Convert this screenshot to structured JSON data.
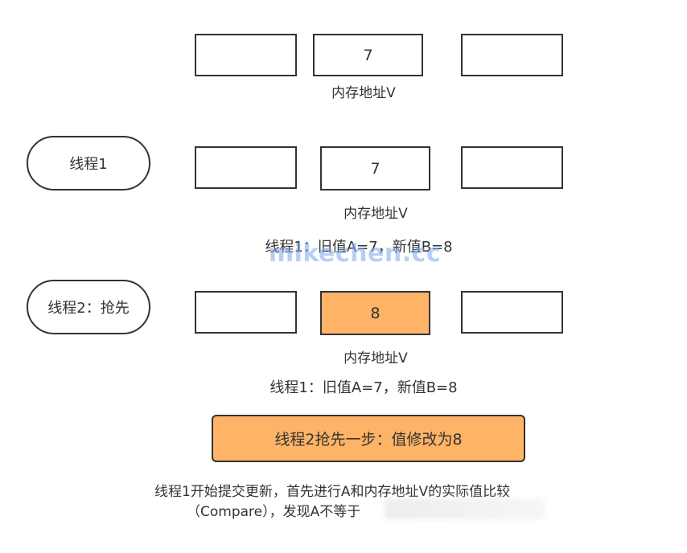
{
  "rows": [
    {
      "thread_label": "",
      "cells": [
        "",
        "7",
        ""
      ],
      "address_label": "内存地址V",
      "note": ""
    },
    {
      "thread_label": "线程1",
      "cells": [
        "",
        "7",
        ""
      ],
      "address_label": "内存地址V",
      "note": "线程1：旧值A=7，新值B=8"
    },
    {
      "thread_label": "线程2：抢先",
      "cells": [
        "",
        "8",
        ""
      ],
      "address_label": "内存地址V",
      "note": "线程1：旧值A=7，新值B=8"
    }
  ],
  "banner": "线程2抢先一步：值修改为8",
  "watermark": "mikechen.cc",
  "paragraph": {
    "line1": "线程1开始提交更新，首先进行A和内存地址V的实际值比较",
    "line2": "（Compare），发现A不等于"
  },
  "colors": {
    "highlight": "#ffb366",
    "stroke": "#333333",
    "watermark": "#78aaeb"
  }
}
